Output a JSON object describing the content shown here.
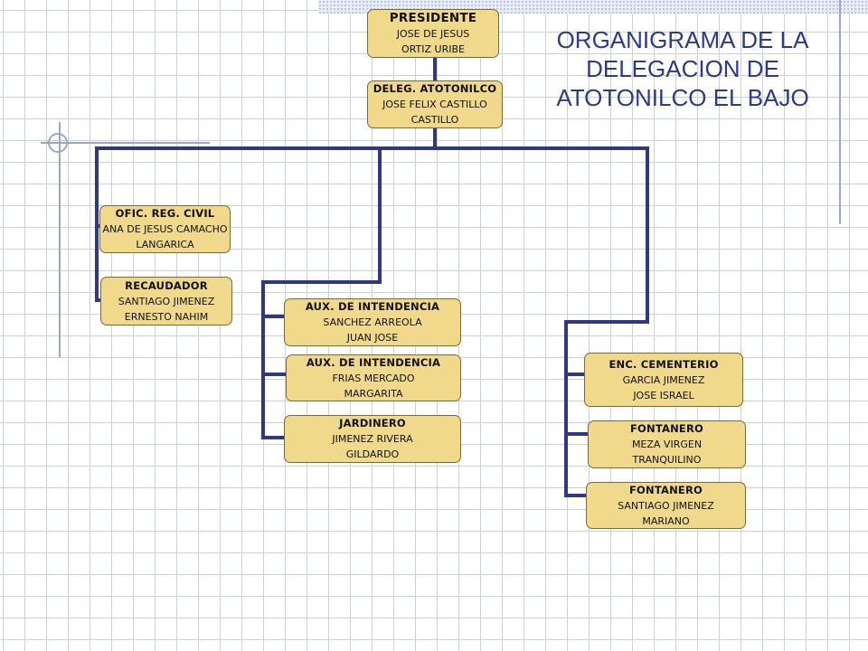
{
  "title_lines": [
    "ORGANIGRAMA DE LA",
    "DELEGACION DE",
    "ATOTONILCO EL BAJO"
  ],
  "nodes": {
    "presidente": {
      "role": "PRESIDENTE",
      "lines": [
        "JOSE DE JESUS",
        "ORTIZ URIBE"
      ]
    },
    "delegado": {
      "role": "DELEG. ATOTONILCO",
      "lines": [
        "JOSE FELIX CASTILLO",
        "CASTILLO"
      ]
    },
    "registro_civil": {
      "role": "OFIC. REG. CIVIL",
      "lines": [
        "ANA DE JESUS CAMACHO",
        "LANGARICA"
      ]
    },
    "recaudador": {
      "role": "RECAUDADOR",
      "lines": [
        "SANTIAGO JIMENEZ",
        "ERNESTO NAHIM"
      ]
    },
    "aux_intendencia_1": {
      "role": "AUX. DE INTENDENCIA",
      "lines": [
        "SANCHEZ ARREOLA",
        "JUAN JOSE"
      ]
    },
    "aux_intendencia_2": {
      "role": "AUX. DE INTENDENCIA",
      "lines": [
        "FRIAS MERCADO",
        "MARGARITA"
      ]
    },
    "jardinero": {
      "role": "JARDINERO",
      "lines": [
        "JIMENEZ RIVERA",
        "GILDARDO"
      ]
    },
    "cementerio": {
      "role": "ENC. CEMENTERIO",
      "lines": [
        "GARCIA JIMENEZ",
        "JOSE ISRAEL"
      ]
    },
    "fontanero_1": {
      "role": "FONTANERO",
      "lines": [
        "MEZA VIRGEN",
        "TRANQUILINO"
      ]
    },
    "fontanero_2": {
      "role": "FONTANERO",
      "lines": [
        "SANTIAGO JIMENEZ",
        "MARIANO"
      ]
    }
  }
}
